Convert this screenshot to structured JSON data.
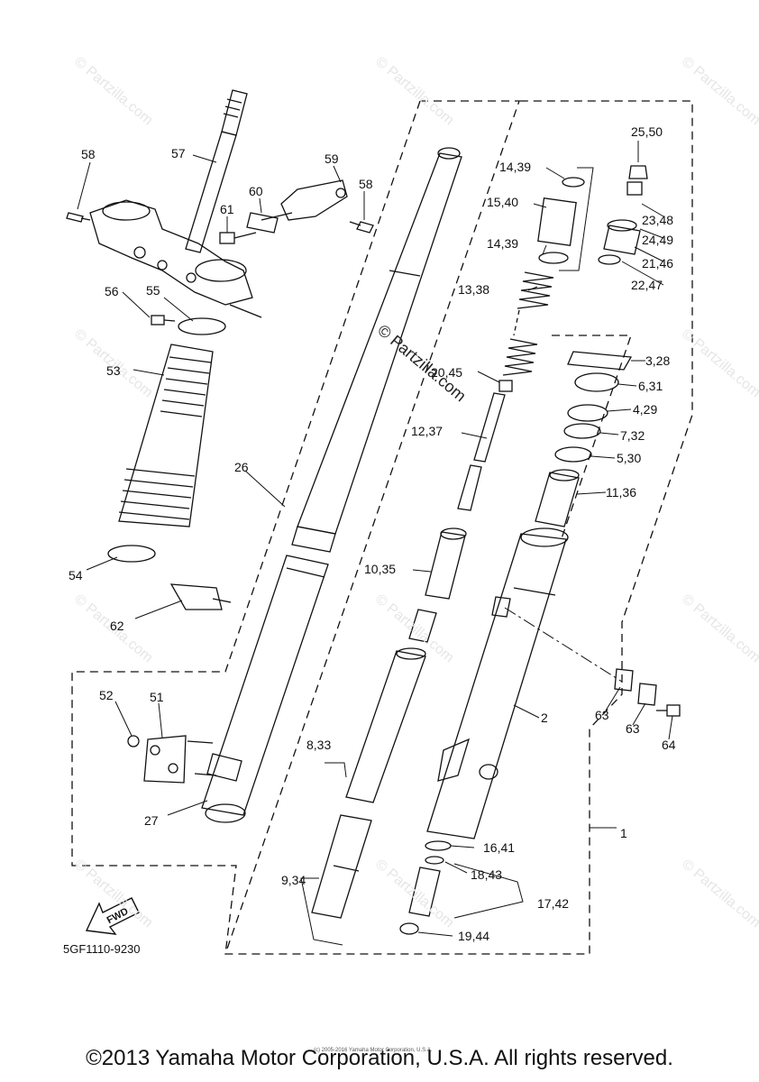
{
  "watermark": {
    "text": "© Partzilla.com",
    "center_text": "© Partzilla.com"
  },
  "callouts": [
    {
      "id": "58a",
      "text": "58"
    },
    {
      "id": "57",
      "text": "57"
    },
    {
      "id": "59",
      "text": "59"
    },
    {
      "id": "60",
      "text": "60"
    },
    {
      "id": "61",
      "text": "61"
    },
    {
      "id": "58b",
      "text": "58"
    },
    {
      "id": "56",
      "text": "56"
    },
    {
      "id": "55",
      "text": "55"
    },
    {
      "id": "53",
      "text": "53"
    },
    {
      "id": "26",
      "text": "26"
    },
    {
      "id": "54",
      "text": "54"
    },
    {
      "id": "62",
      "text": "62"
    },
    {
      "id": "52",
      "text": "52"
    },
    {
      "id": "51",
      "text": "51"
    },
    {
      "id": "27",
      "text": "27"
    },
    {
      "id": "25-50",
      "text": "25,50"
    },
    {
      "id": "14-39a",
      "text": "14,39"
    },
    {
      "id": "15-40",
      "text": "15,40"
    },
    {
      "id": "23-48",
      "text": "23,48"
    },
    {
      "id": "24-49",
      "text": "24,49"
    },
    {
      "id": "14-39b",
      "text": "14,39"
    },
    {
      "id": "21-46",
      "text": "21,46"
    },
    {
      "id": "22-47",
      "text": "22,47"
    },
    {
      "id": "13-38",
      "text": "13,38"
    },
    {
      "id": "3-28",
      "text": "3,28"
    },
    {
      "id": "20-45",
      "text": "20,45"
    },
    {
      "id": "6-31",
      "text": "6,31"
    },
    {
      "id": "4-29",
      "text": "4,29"
    },
    {
      "id": "12-37",
      "text": "12,37"
    },
    {
      "id": "7-32",
      "text": "7,32"
    },
    {
      "id": "5-30",
      "text": "5,30"
    },
    {
      "id": "11-36",
      "text": "11,36"
    },
    {
      "id": "10-35",
      "text": "10,35"
    },
    {
      "id": "2",
      "text": "2"
    },
    {
      "id": "63a",
      "text": "63"
    },
    {
      "id": "63b",
      "text": "63"
    },
    {
      "id": "64",
      "text": "64"
    },
    {
      "id": "8-33",
      "text": "8,33"
    },
    {
      "id": "1",
      "text": "1"
    },
    {
      "id": "16-41",
      "text": "16,41"
    },
    {
      "id": "18-43",
      "text": "18,43"
    },
    {
      "id": "9-34",
      "text": "9,34"
    },
    {
      "id": "17-42",
      "text": "17,42"
    },
    {
      "id": "19-44",
      "text": "19,44"
    }
  ],
  "fwd_label": "FWD",
  "drawing_code": "5GF1110-9230",
  "small_print": "(c) 2005-2016 Yamaha Motor Corporation, U.S.A.",
  "copyright": "©2013 Yamaha Motor Corporation, U.S.A. All rights reserved."
}
